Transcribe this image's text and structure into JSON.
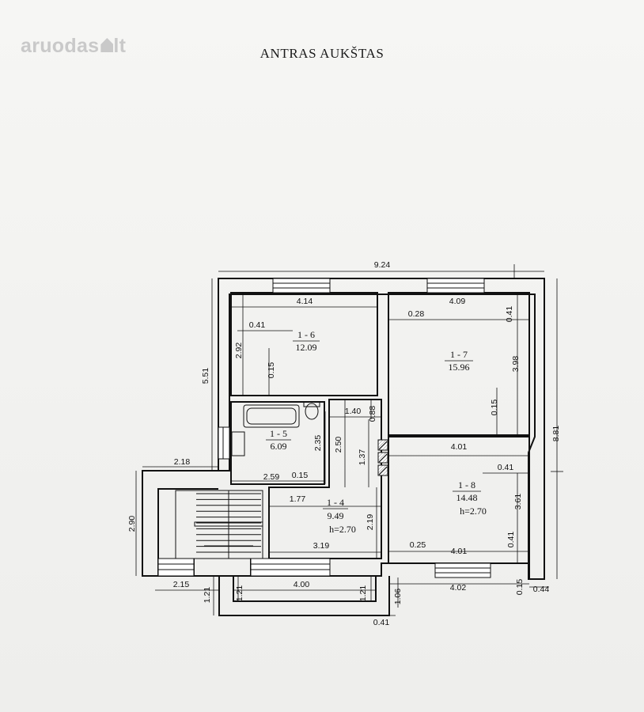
{
  "watermark": {
    "brand": "aruodas",
    "tld": "lt"
  },
  "header": {
    "title": "ANTRAS AUKŠTAS"
  },
  "rooms": [
    {
      "id": "1 - 6",
      "area": "12.09",
      "height": ""
    },
    {
      "id": "1 - 7",
      "area": "15.96",
      "height": ""
    },
    {
      "id": "1 - 5",
      "area": "6.09",
      "height": ""
    },
    {
      "id": "1 - 4",
      "area": "9.49",
      "height": "h=2.70"
    },
    {
      "id": "1 - 8",
      "area": "14.48",
      "height": "h=2.70"
    }
  ],
  "dimensions": {
    "overall_width": "9.24",
    "r6_width": "4.14",
    "r6_offset": "0.41",
    "r6_depth": "2.92",
    "r6_wall": "0.15",
    "r7_width": "4.09",
    "r7_offset": "0.28",
    "r7_wall_top": "0.41",
    "r7_depth": "3.98",
    "r7_wall": "0.15",
    "left_height": "5.51",
    "hall_width": "1.40",
    "hall_wall": "0.88",
    "r5_depth": "2.35",
    "hall_depth": "2.50",
    "hall_depth2": "1.37",
    "r5_width": "2.59",
    "r5_wall": "0.15",
    "r8_width_top": "4.01",
    "r8_wall_top": "0.41",
    "r8_depth": "3.61",
    "r8_offset": "0.25",
    "r8_width_bottom": "4.01",
    "r8_wall_bottom": "0.41",
    "overall_height": "8.81",
    "stair_offset": "2.18",
    "stair_depth": "2.90",
    "r4_width_top": "1.77",
    "r4_depth": "2.19",
    "r4_width_bottom": "3.19",
    "balcony_left": "2.15",
    "balcony_width": "4.00",
    "bal_depth_1": "1.21",
    "bal_depth_2": "1.21",
    "bal_depth_3": "1.21",
    "bal_depth_4": "1.06",
    "r8_outer_width": "4.02",
    "corner_a": "0.15",
    "corner_b": "0.44",
    "bottom_wall": "0.41"
  }
}
